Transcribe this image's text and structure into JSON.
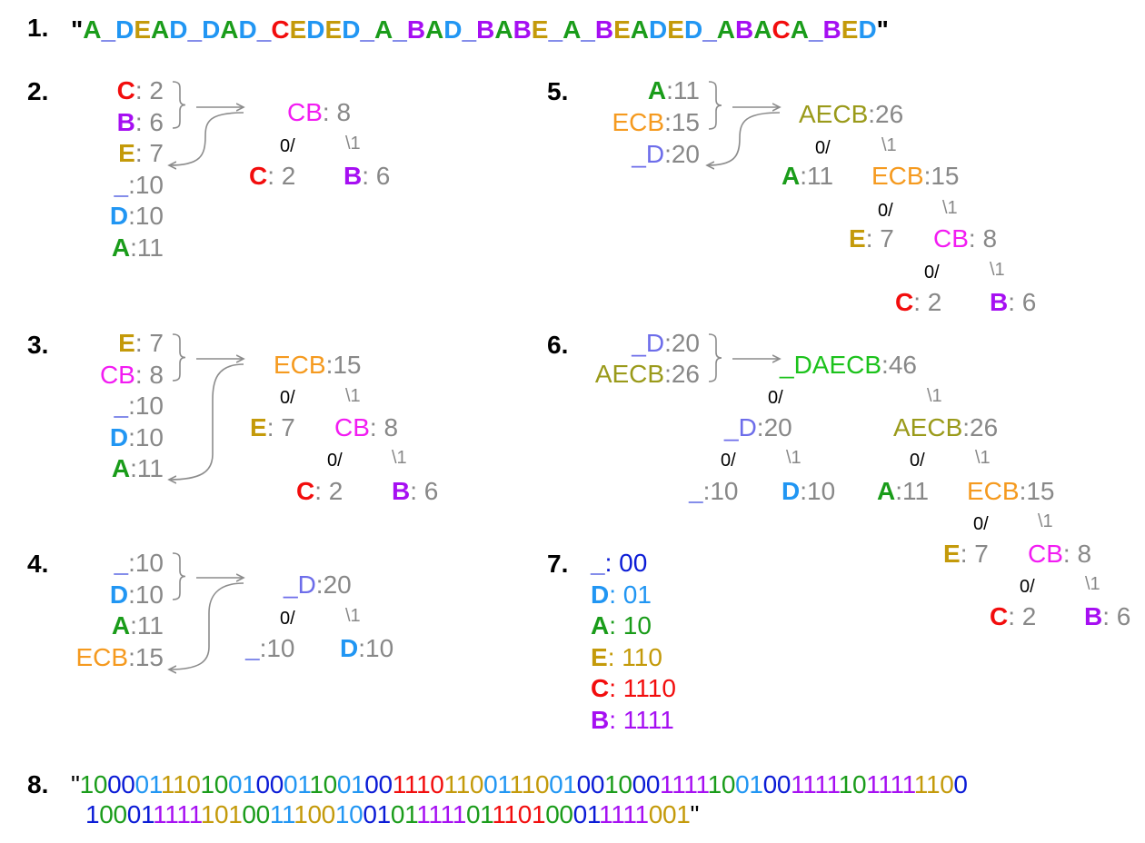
{
  "colors": {
    "_": "#0a1bd6",
    "D": "#2196f3",
    "A": "#1a9c1a",
    "E": "#c49a0a",
    "C": "#f20d0d",
    "B": "#a60ff2",
    "CB": "#f21cf2",
    "ECB": "#f59a1f",
    "_D": "#6d6dea",
    "AECB": "#9a9a1a",
    "_DAECB": "#1cc21c",
    "count": "#888888"
  },
  "steps": {
    "s1": {
      "number": "1.",
      "quote_open": "\"",
      "text": "A_DEAD_DAD_CEDED_A_BAD_BABE_A_BEADED_ABACA_BED",
      "quote_close": "\""
    },
    "s2": {
      "number": "2.",
      "list": [
        {
          "sym": "C",
          "count": ": 2"
        },
        {
          "sym": "B",
          "count": ": 6"
        },
        {
          "sym": "E",
          "count": ": 7"
        },
        {
          "sym": "_",
          "count": ":10"
        },
        {
          "sym": "D",
          "count": ":10"
        },
        {
          "sym": "A",
          "count": ":11"
        }
      ],
      "tree": {
        "root": {
          "sym": "CB",
          "count": ": 8"
        },
        "left": {
          "sym": "C",
          "count": ": 2"
        },
        "right": {
          "sym": "B",
          "count": ": 6"
        }
      }
    },
    "s3": {
      "number": "3.",
      "list": [
        {
          "sym": "E",
          "count": ": 7"
        },
        {
          "sym": "CB",
          "count": ": 8"
        },
        {
          "sym": "_",
          "count": ":10"
        },
        {
          "sym": "D",
          "count": ":10"
        },
        {
          "sym": "A",
          "count": ":11"
        }
      ],
      "tree": {
        "root": {
          "sym": "ECB",
          "count": ":15"
        },
        "e": {
          "sym": "E",
          "count": ": 7"
        },
        "cb": {
          "sym": "CB",
          "count": ": 8"
        },
        "c": {
          "sym": "C",
          "count": ": 2"
        },
        "b": {
          "sym": "B",
          "count": ": 6"
        }
      }
    },
    "s4": {
      "number": "4.",
      "list": [
        {
          "sym": "_",
          "count": ":10"
        },
        {
          "sym": "D",
          "count": ":10"
        },
        {
          "sym": "A",
          "count": ":11"
        },
        {
          "sym": "ECB",
          "count": ":15"
        }
      ],
      "tree": {
        "root": {
          "sym": "_D",
          "count": ":20"
        },
        "left": {
          "sym": "_",
          "count": ":10"
        },
        "right": {
          "sym": "D",
          "count": ":10"
        }
      }
    },
    "s5": {
      "number": "5.",
      "list": [
        {
          "sym": "A",
          "count": ":11"
        },
        {
          "sym": "ECB",
          "count": ":15"
        },
        {
          "sym": "_D",
          "count": ":20"
        }
      ],
      "tree": {
        "root": {
          "sym": "AECB",
          "count": ":26"
        },
        "a": {
          "sym": "A",
          "count": ":11"
        },
        "ecb": {
          "sym": "ECB",
          "count": ":15"
        },
        "e": {
          "sym": "E",
          "count": ": 7"
        },
        "cb": {
          "sym": "CB",
          "count": ": 8"
        },
        "c": {
          "sym": "C",
          "count": ": 2"
        },
        "b": {
          "sym": "B",
          "count": ": 6"
        }
      }
    },
    "s6": {
      "number": "6.",
      "list": [
        {
          "sym": "_D",
          "count": ":20"
        },
        {
          "sym": "AECB",
          "count": ":26"
        }
      ],
      "tree": {
        "root": {
          "sym": "_DAECB",
          "count": ":46"
        },
        "d20": {
          "sym": "_D",
          "count": ":20"
        },
        "aecb": {
          "sym": "AECB",
          "count": ":26"
        },
        "u": {
          "sym": "_",
          "count": ":10"
        },
        "d": {
          "sym": "D",
          "count": ":10"
        },
        "a": {
          "sym": "A",
          "count": ":11"
        },
        "ecb": {
          "sym": "ECB",
          "count": ":15"
        },
        "e": {
          "sym": "E",
          "count": ": 7"
        },
        "cb": {
          "sym": "CB",
          "count": ": 8"
        },
        "c": {
          "sym": "C",
          "count": ": 2"
        },
        "b": {
          "sym": "B",
          "count": ": 6"
        }
      }
    },
    "s7": {
      "number": "7.",
      "codes": [
        {
          "sym": "_",
          "code": ": 00"
        },
        {
          "sym": "D",
          "code": ": 01"
        },
        {
          "sym": "A",
          "code": ": 10"
        },
        {
          "sym": "E",
          "code": ": 110"
        },
        {
          "sym": "C",
          "code": ": 1110"
        },
        {
          "sym": "B",
          "code": ": 1111"
        }
      ]
    },
    "s8": {
      "number": "8.",
      "quote_open": "\"",
      "quote_close": "\"",
      "line1": "1000011101001000110010011101100111001001000111110010011111011111100",
      "line2": "1000111111010011100100101111101110100011111001"
    }
  },
  "edge_labels": {
    "zero": "0/",
    "one": "\\1"
  }
}
